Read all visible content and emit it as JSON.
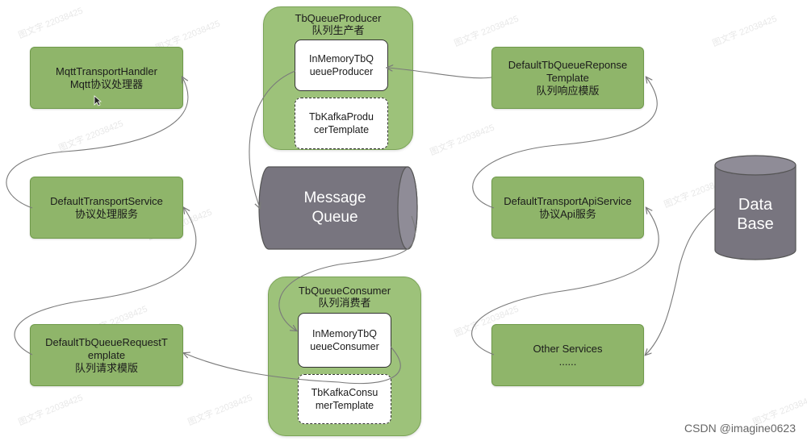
{
  "nodes": {
    "mqtt_handler": {
      "line1": "MqttTransportHandler",
      "line2": "Mqtt协议处理器"
    },
    "transport_service": {
      "line1": "DefaultTransportService",
      "line2": "协议处理服务"
    },
    "request_template": {
      "line1": "DefaultTbQueueRequestT",
      "line2": "emplate",
      "line3": "队列请求模版"
    },
    "response_template": {
      "line1": "DefaultTbQueueReponse",
      "line2": "Template",
      "line3": "队列响应模版"
    },
    "api_service": {
      "line1": "DefaultTransportApiService",
      "line2": "协议Api服务"
    },
    "other_services": {
      "line1": "Other Services",
      "line2": "......"
    }
  },
  "producer_group": {
    "title1": "TbQueueProducer",
    "title2": "队列生产者",
    "inmemory": {
      "line1": "InMemoryTbQ",
      "line2": "ueueProducer"
    },
    "kafka": {
      "line1": "TbKafkaProdu",
      "line2": "cerTemplate"
    }
  },
  "consumer_group": {
    "title1": "TbQueueConsumer",
    "title2": "队列消费者",
    "inmemory": {
      "line1": "InMemoryTbQ",
      "line2": "ueueConsumer"
    },
    "kafka": {
      "line1": "TbKafkaConsu",
      "line2": "merTemplate"
    }
  },
  "message_queue": {
    "line1": "Message",
    "line2": "Queue"
  },
  "database": {
    "line1": "Data",
    "line2": "Base"
  },
  "watermark_text": "图文字 22038425",
  "credit": "CSDN @imagine0623",
  "colors": {
    "node_fill": "#8fb56a",
    "group_fill": "#9dc27a",
    "cylinder_fill": "#78757f",
    "connector": "#7a7a7a"
  }
}
